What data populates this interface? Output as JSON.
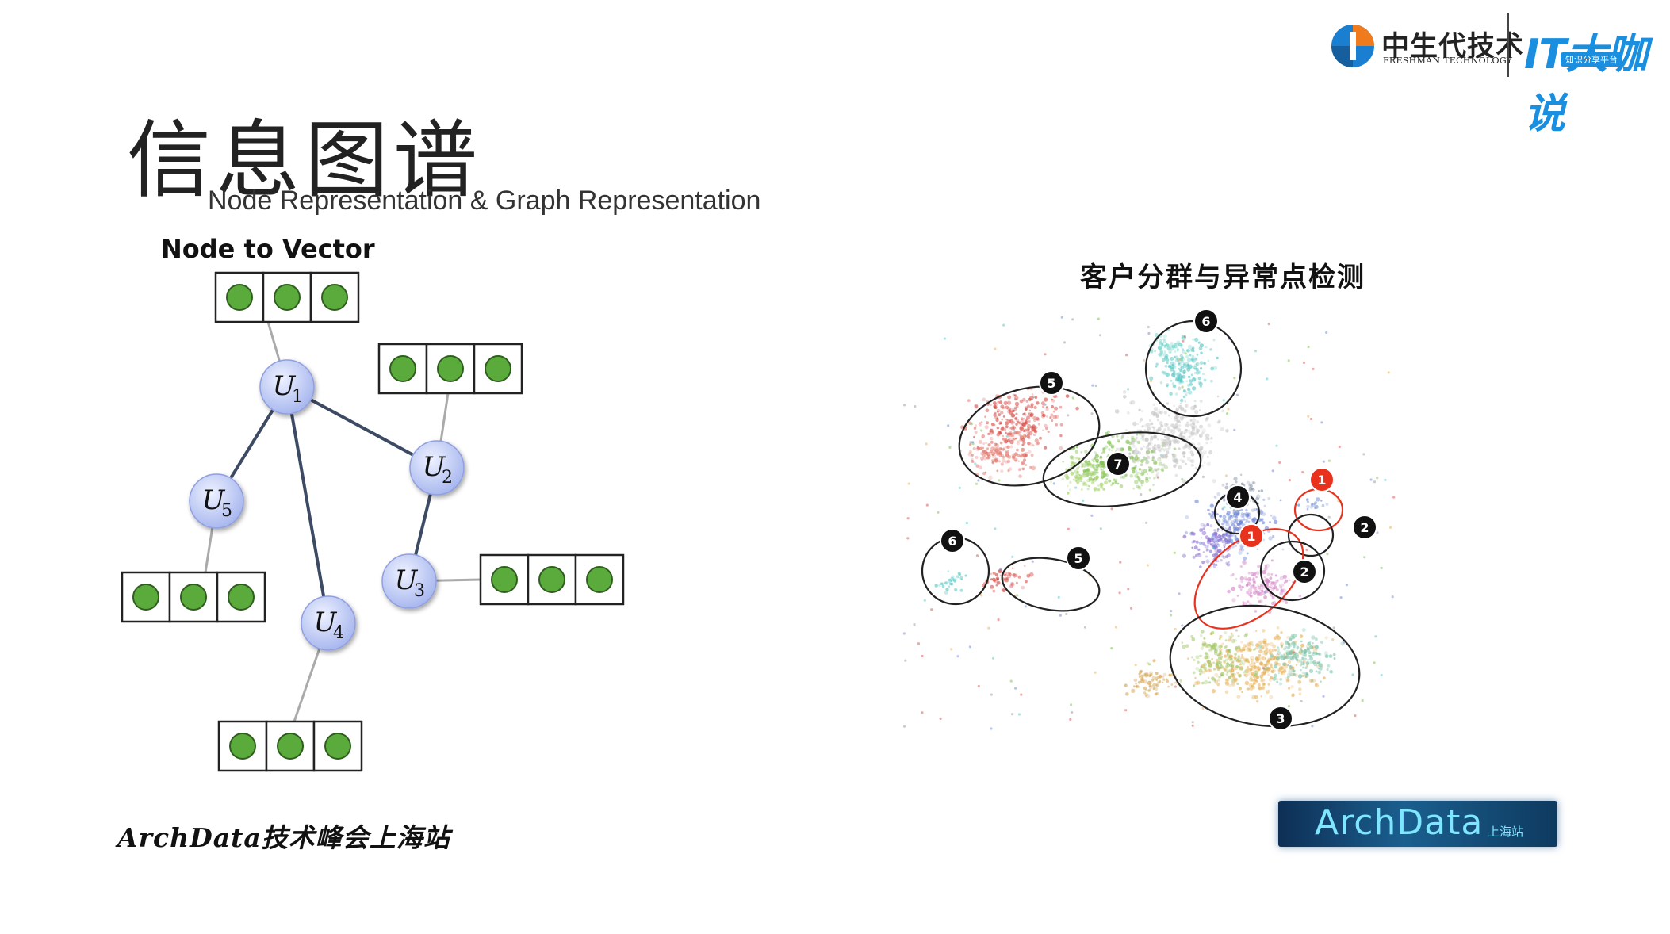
{
  "header": {
    "logo_cn": "中生代技术",
    "logo_en": "FRESHMAN TECHNOLOGY",
    "logo_it": "IT大咖说",
    "logo_it_badge": "知识分享平台"
  },
  "title": "信息图谱",
  "subtitle": "Node Representation & Graph Representation",
  "left_panel": {
    "caption": "Node to Vector",
    "nodes": [
      {
        "id": "u1",
        "letter": "U",
        "index": "1"
      },
      {
        "id": "u2",
        "letter": "U",
        "index": "2"
      },
      {
        "id": "u3",
        "letter": "U",
        "index": "3"
      },
      {
        "id": "u4",
        "letter": "U",
        "index": "4"
      },
      {
        "id": "u5",
        "letter": "U",
        "index": "5"
      }
    ],
    "edges": [
      [
        "u1",
        "u5"
      ],
      [
        "u1",
        "u4"
      ],
      [
        "u1",
        "u2"
      ],
      [
        "u2",
        "u3"
      ]
    ],
    "vector_cells_per_box": 3,
    "colors": {
      "node_fill": "#c9d4f7",
      "edge": "#3d4a63",
      "vector_dot": "#5aab3c",
      "connector": "#aaaaaa"
    }
  },
  "right_panel": {
    "caption": "客户分群与异常点检测",
    "cluster_labels": [
      "6",
      "5",
      "7",
      "4",
      "1",
      "2",
      "6",
      "5",
      "1",
      "2",
      "3"
    ],
    "anomaly_labels": [
      "1"
    ],
    "colors": {
      "normal_marker": "#111111",
      "anomaly_marker": "#e8321e"
    }
  },
  "footer": {
    "text": "ArchData技术峰会上海站",
    "badge_main": "ArchData",
    "badge_sub": "上海站"
  }
}
